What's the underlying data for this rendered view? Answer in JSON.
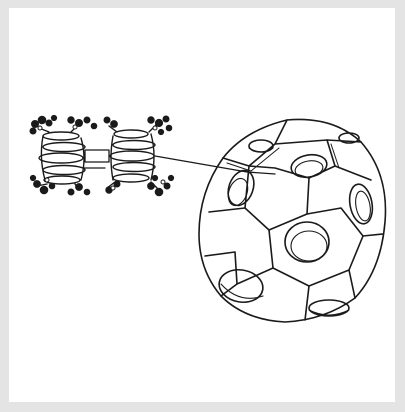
{
  "figure": {
    "colors": {
      "frame": "#e4e4e4",
      "background": "#ffffff",
      "ink": "#1a1a1a"
    },
    "elements": [
      {
        "name": "protein-pair",
        "kind": "ribbon-molecule-drawing"
      },
      {
        "name": "leader-line",
        "kind": "connector"
      },
      {
        "name": "clathrin-cage",
        "kind": "truncated-polyhedron-with-holes"
      }
    ]
  }
}
